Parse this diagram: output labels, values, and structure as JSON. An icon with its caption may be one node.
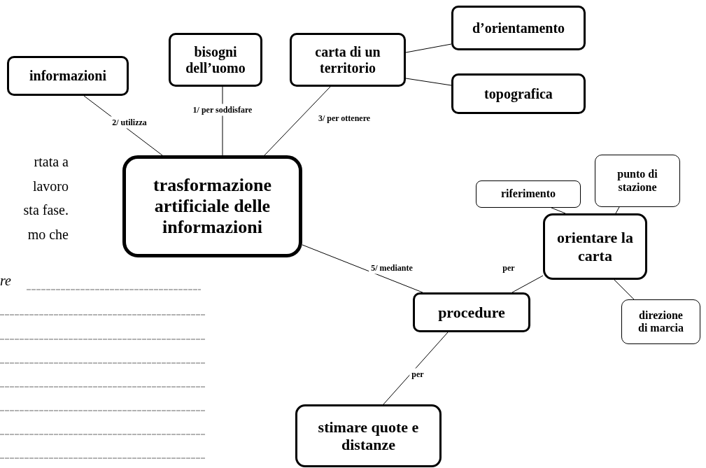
{
  "diagram": {
    "nodes": [
      {
        "text": [
          "trasformazione artificiale delle informazioni"
        ]
      },
      {
        "text": [
          "informazioni"
        ]
      },
      {
        "text": [
          "bisogni dell’uomo"
        ]
      },
      {
        "text": [
          "carta di un territorio"
        ]
      },
      {
        "text": [
          "d’orientamento"
        ]
      },
      {
        "text": [
          "topografica"
        ]
      },
      {
        "text": [
          "riferimento"
        ]
      },
      {
        "text": [
          "punto di stazione"
        ]
      },
      {
        "text": [
          "orientare la carta"
        ]
      },
      {
        "text": [
          "procedure"
        ]
      },
      {
        "text": [
          "direzione di marcia"
        ]
      },
      {
        "text": [
          "stimare quote e distanze"
        ]
      }
    ],
    "edges": [
      {
        "from": 0,
        "to": 2,
        "arrow": "none",
        "label": "1/ per soddisfare"
      },
      {
        "from": 0,
        "to": 1,
        "arrow": "none",
        "label": "2/ utilizza"
      },
      {
        "from": 0,
        "to": 3,
        "arrow": "none",
        "label": "3/ per ottenere"
      },
      {
        "from": 3,
        "to": 4,
        "arrow": "none"
      },
      {
        "from": 3,
        "to": 5,
        "arrow": "none"
      },
      {
        "from": 0,
        "to": 9,
        "arrow": "none",
        "label": "5/ mediante"
      },
      {
        "from": 9,
        "to": 8,
        "arrow": "none",
        "label": "per"
      },
      {
        "from": 8,
        "to": 6,
        "arrow": "none"
      },
      {
        "from": 8,
        "to": 7,
        "arrow": "none"
      },
      {
        "from": 8,
        "to": 10,
        "arrow": "none"
      },
      {
        "from": 9,
        "to": 11,
        "arrow": "none",
        "label": "per"
      }
    ],
    "labels": [
      "rtata a",
      "lavoro",
      "sta fase.",
      "mo che",
      "re"
    ]
  }
}
